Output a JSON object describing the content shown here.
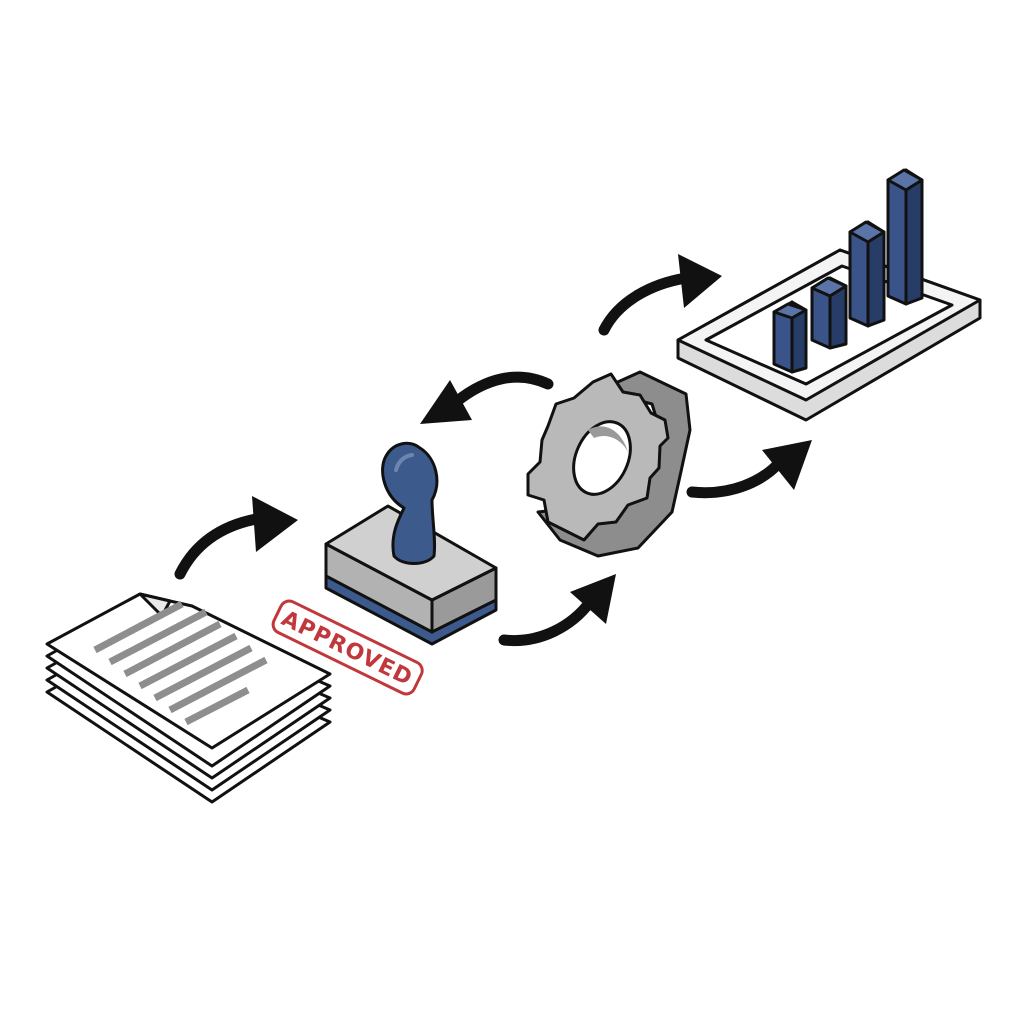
{
  "diagram": {
    "nodes": [
      {
        "id": "documents",
        "icon": "document-stack-icon"
      },
      {
        "id": "approval",
        "icon": "rubber-stamp-icon",
        "stamp_text": "APPROVED"
      },
      {
        "id": "processing",
        "icon": "gear-icon"
      },
      {
        "id": "results",
        "icon": "bar-chart-tablet-icon"
      }
    ],
    "arrows": [
      {
        "from": "documents",
        "to": "approval"
      },
      {
        "from": "approval",
        "to": "processing"
      },
      {
        "from": "processing",
        "to": "approval"
      },
      {
        "from": "processing",
        "to": "results"
      },
      {
        "from": "processing",
        "to": "results",
        "variant": "upper"
      }
    ]
  },
  "colors": {
    "outline": "#111111",
    "paper": "#ffffff",
    "text_lines": "#8e8e8e",
    "stamp_body": "#c4c4c4",
    "stamp_body_dark": "#9a9a9a",
    "stamp_handle": "#3d5a8c",
    "stamp_ink": "#c0383b",
    "gear": "#b9b9b9",
    "gear_dark": "#8d8d8d",
    "chart_bar": "#3a5489",
    "chart_bar_dark": "#273c66",
    "tablet": "#eeeeee",
    "arrow": "#111111"
  }
}
